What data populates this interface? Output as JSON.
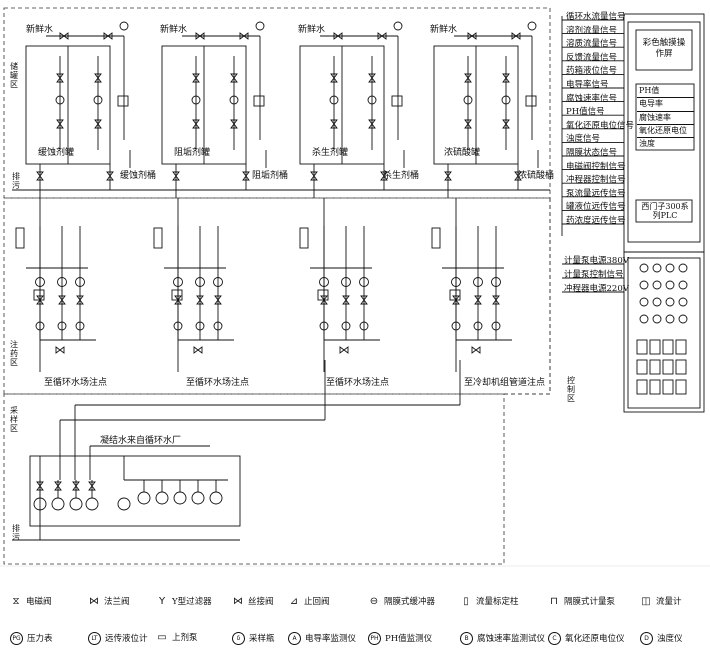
{
  "zones": {
    "storage": "储罐区",
    "dosing": "注药区",
    "sampling": "采样区",
    "control": "控制区"
  },
  "tanks": [
    {
      "fresh_water": "新鲜水",
      "tank_label": "缓蚀剂罐",
      "bucket_label": "缓蚀剂桶"
    },
    {
      "fresh_water": "新鲜水",
      "tank_label": "阻垢剂罐",
      "bucket_label": "阻垢剂桶"
    },
    {
      "fresh_water": "新鲜水",
      "tank_label": "杀生剂罐",
      "bucket_label": "杀生剂桶"
    },
    {
      "fresh_water": "新鲜水",
      "tank_label": "浓硫酸罐",
      "bucket_label": "浓硫酸桶"
    }
  ],
  "drain_label": "排污",
  "dosing_targets": [
    "至循环水场注点",
    "至循环水场注点",
    "至循环水场注点",
    "至冷却机组管道注点"
  ],
  "sampling_source": "凝结水来自循环水厂",
  "signals": [
    "循环水流量信号",
    "溶剂流量信号",
    "溶质流量信号",
    "反馈流量信号",
    "药箱液位信号",
    "电导率信号",
    "腐蚀速率信号",
    "PH值信号",
    "氧化还原电位信号",
    "浊度信号",
    "隔膜状态信号",
    "电磁阀控制信号",
    "冲程器控制信号",
    "泵流量远传信号",
    "罐液位远传信号",
    "药浓度远传信号"
  ],
  "power_signals": [
    "计量泵电源380V",
    "计量泵控制信号",
    "冲程器电源220V"
  ],
  "control_panel": {
    "touchscreen": "彩色触摸操作屏",
    "readouts": [
      "PH值",
      "电导率",
      "腐蚀速率",
      "氧化还原电位",
      "浊度"
    ],
    "plc": "西门子300系列PLC"
  },
  "legend": [
    {
      "icon": "solenoid-valve-icon",
      "glyph": "⧖",
      "label": "电磁阀"
    },
    {
      "icon": "flange-valve-icon",
      "glyph": "⋈",
      "label": "法兰阀"
    },
    {
      "icon": "y-filter-icon",
      "glyph": "Y",
      "label": "Y型过滤器"
    },
    {
      "icon": "threaded-valve-icon",
      "glyph": "⋈",
      "label": "丝接阀"
    },
    {
      "icon": "check-valve-icon",
      "glyph": "⊿",
      "label": "止回阀"
    },
    {
      "icon": "diaphragm-buffer-icon",
      "glyph": "⊖",
      "label": "隔膜式缓冲器"
    },
    {
      "icon": "flow-calibration-icon",
      "glyph": "▯",
      "label": "流量标定柱"
    },
    {
      "icon": "diaphragm-pump-icon",
      "glyph": "⊓",
      "label": "隔膜式计量泵"
    },
    {
      "icon": "flow-meter-icon",
      "glyph": "◫",
      "label": "流量计"
    },
    {
      "icon": "pressure-gauge-icon",
      "glyph": "PG",
      "label": "压力表"
    },
    {
      "icon": "level-transmitter-icon",
      "glyph": "LT",
      "label": "远传液位计"
    },
    {
      "icon": "dosing-pump-icon",
      "glyph": "▭",
      "label": "上剂泵"
    },
    {
      "icon": "sampling-bottle-icon",
      "glyph": "δ",
      "label": "采样瓶"
    },
    {
      "icon": "conductivity-meter-icon",
      "glyph": "A",
      "label": "电导率监测仪"
    },
    {
      "icon": "ph-meter-icon",
      "glyph": "PH",
      "label": "PH值监测仪"
    },
    {
      "icon": "corrosion-meter-icon",
      "glyph": "B",
      "label": "腐蚀速率监测试仪"
    },
    {
      "icon": "orp-meter-icon",
      "glyph": "C",
      "label": "氧化还原电位仪"
    },
    {
      "icon": "turbidity-meter-icon",
      "glyph": "D",
      "label": "浊度仪"
    }
  ]
}
